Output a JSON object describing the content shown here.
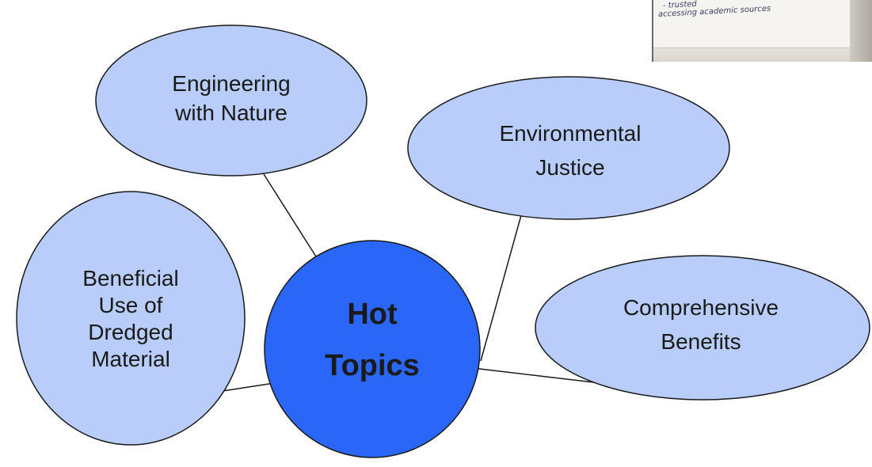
{
  "diagram": {
    "center": {
      "label": "Hot\nTopics"
    },
    "nodes": [
      {
        "id": "engineering",
        "label": "Engineering\nwith Nature"
      },
      {
        "id": "environmental",
        "label": "Environmental\nJustice"
      },
      {
        "id": "beneficial",
        "label": "Beneficial\nUse of\nDredged\nMaterial"
      },
      {
        "id": "comprehensive",
        "label": "Comprehensive\nBenefits"
      }
    ],
    "colors": {
      "node_fill": "#b8cdf9",
      "center_fill": "#2a66f7",
      "stroke": "#1a1a1a"
    }
  },
  "photo": {
    "lines": [
      "- trusted",
      "accessing academic sources"
    ]
  }
}
